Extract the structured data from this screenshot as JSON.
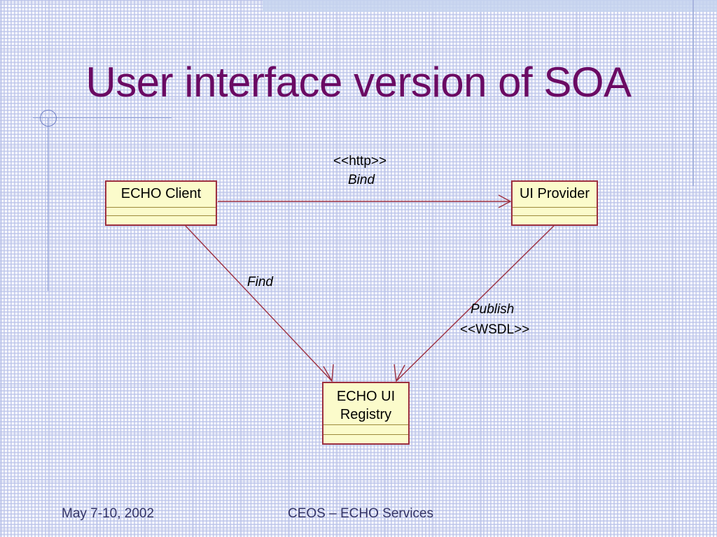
{
  "slide": {
    "title": "User interface version of SOA",
    "title_color": "#6b0a63",
    "background_color": "#fdfdff",
    "grid_line_color": "#a8b4de"
  },
  "diagram": {
    "type": "uml-component-collaboration",
    "box_fill_color": "#fbfbcb",
    "box_border_color": "#9c2f3f",
    "connector_color": "#9c2f3f",
    "nodes": [
      {
        "id": "echo-client",
        "name": "ECHO Client",
        "compartments": 2
      },
      {
        "id": "ui-provider",
        "name": "UI Provider",
        "compartments": 2
      },
      {
        "id": "echo-ui-registry",
        "name_line1": "ECHO UI",
        "name_line2": "Registry",
        "compartments": 2
      }
    ],
    "edges": [
      {
        "id": "bind",
        "from": "echo-client",
        "to": "ui-provider",
        "stereotype": "<<http>>",
        "label": "Bind"
      },
      {
        "id": "find",
        "from": "echo-client",
        "to": "echo-ui-registry",
        "stereotype": "",
        "label": "Find"
      },
      {
        "id": "publish",
        "from": "ui-provider",
        "to": "echo-ui-registry",
        "stereotype": "<<WSDL>>",
        "label": "Publish"
      }
    ]
  },
  "footer": {
    "date": "May 7-10, 2002",
    "event": "CEOS – ECHO Services",
    "color": "#333366"
  }
}
